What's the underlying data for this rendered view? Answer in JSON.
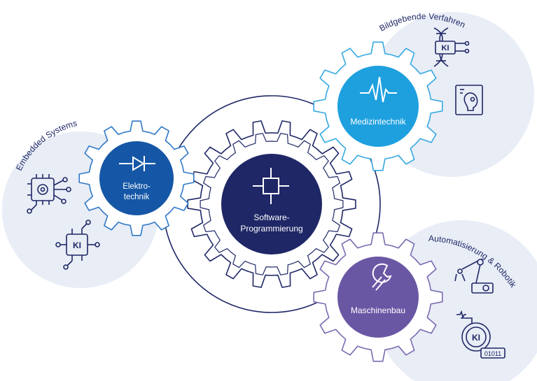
{
  "colors": {
    "navy": "#1f2766",
    "blue_dark": "#1557a6",
    "blue_light": "#1ea0df",
    "purple": "#6a57a4",
    "bubble": "#e8edf6",
    "outline_blue": "#2f78c7",
    "outline_light": "#36a9e1",
    "outline_purple": "#7b6ab0"
  },
  "center": {
    "line1": "Software-",
    "line2": "Programmierung",
    "icon": "circuit-node-icon"
  },
  "gears": {
    "elektro": {
      "line1": "Elektro-",
      "line2": "technik",
      "icon": "diode-icon"
    },
    "medizin": {
      "label": "Medizintechnik",
      "icon": "heartbeat-icon"
    },
    "maschinen": {
      "label": "Maschinenbau",
      "icon": "wrench-icon"
    }
  },
  "domains": {
    "embedded": {
      "label": "Embedded Systems",
      "icons": [
        "chip-gear-icon",
        "ki-chip-icon"
      ]
    },
    "bildgebend": {
      "label": "Bildgebende Verfahren",
      "icons": [
        "dna-ki-icon",
        "xray-skull-icon"
      ]
    },
    "automation": {
      "label": "Automatisierung & Robotik",
      "icons": [
        "robot-arm-icon",
        "ki-gear-binary-icon"
      ]
    }
  },
  "icon_text": {
    "ki": "KI",
    "binary": "01011"
  }
}
